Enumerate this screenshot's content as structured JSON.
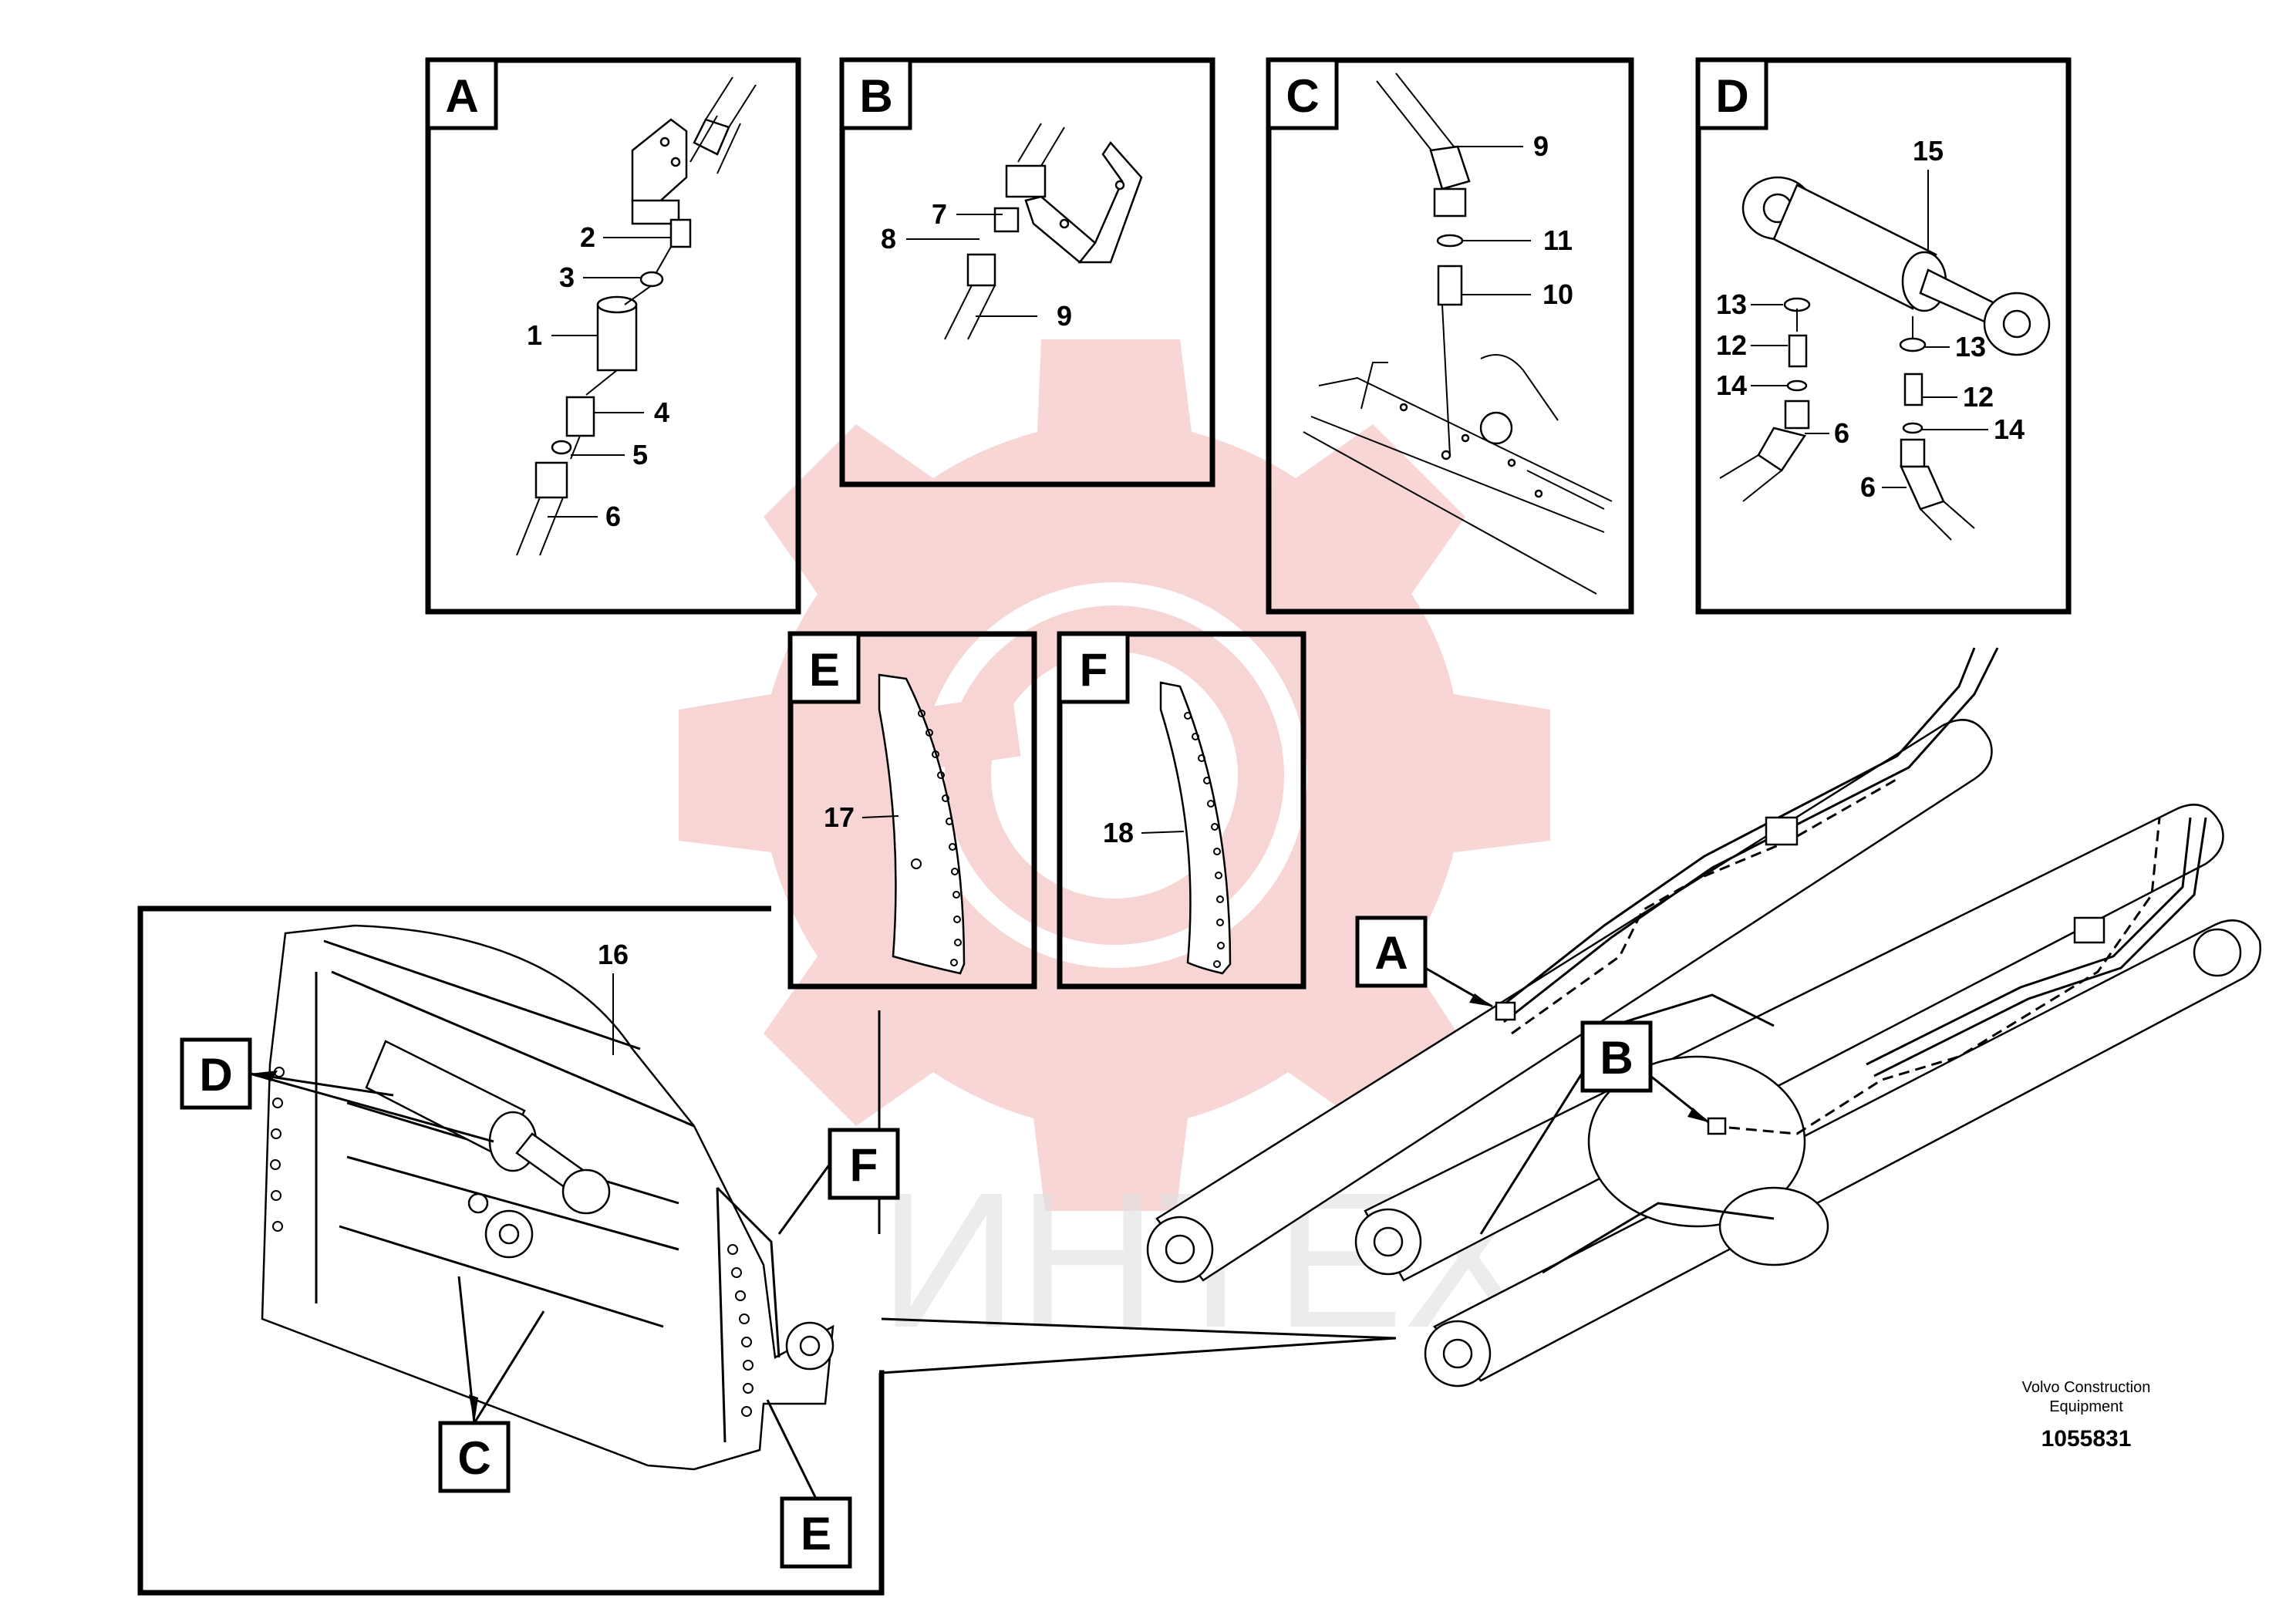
{
  "panels": {
    "A": {
      "letter": "A",
      "callouts": [
        "2",
        "3",
        "1",
        "4",
        "5",
        "6"
      ]
    },
    "B": {
      "letter": "B",
      "callouts": [
        "7",
        "8",
        "9"
      ]
    },
    "C": {
      "letter": "C",
      "callouts": [
        "9",
        "11",
        "10"
      ]
    },
    "D": {
      "letter": "D",
      "callouts": [
        "15",
        "13",
        "12",
        "14",
        "6",
        "13",
        "12",
        "14",
        "6"
      ]
    },
    "E": {
      "letter": "E",
      "callouts": [
        "17"
      ]
    },
    "F": {
      "letter": "F",
      "callouts": [
        "18"
      ]
    },
    "main": {
      "callouts": [
        "16"
      ],
      "tags": [
        "D",
        "C",
        "E",
        "F"
      ]
    },
    "boom": {
      "tags": [
        "A",
        "B"
      ]
    }
  },
  "watermark": {
    "text": "ИНТЕХ",
    "color": "#f2b4b4"
  },
  "footer": {
    "line1": "Volvo Construction",
    "line2": "Equipment",
    "number": "1055831"
  }
}
